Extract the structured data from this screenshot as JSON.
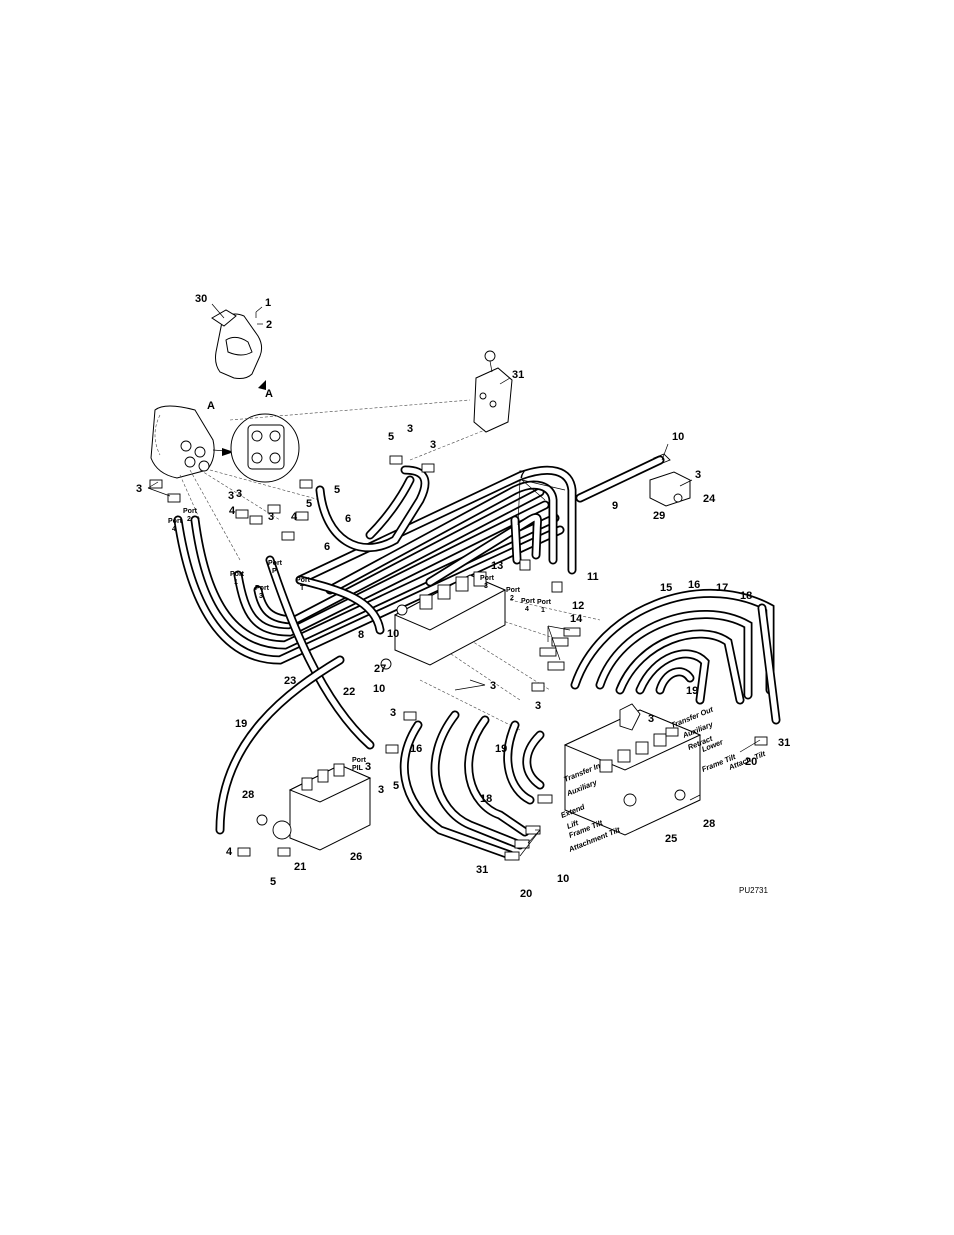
{
  "figure_id": "PU2731",
  "view_label": "A",
  "callouts": [
    {
      "id": "c30",
      "text": "30"
    },
    {
      "id": "c1",
      "text": "1"
    },
    {
      "id": "c2",
      "text": "2"
    },
    {
      "id": "cA",
      "text": "A"
    },
    {
      "id": "c31a",
      "text": "31"
    },
    {
      "id": "c5a",
      "text": "5"
    },
    {
      "id": "c3a",
      "text": "3"
    },
    {
      "id": "c3b",
      "text": "3"
    },
    {
      "id": "c10a",
      "text": "10"
    },
    {
      "id": "c3c",
      "text": "3"
    },
    {
      "id": "c24",
      "text": "24"
    },
    {
      "id": "c29",
      "text": "29"
    },
    {
      "id": "c9",
      "text": "9"
    },
    {
      "id": "c7",
      "text": "7"
    },
    {
      "id": "c3d",
      "text": "3"
    },
    {
      "id": "c5b",
      "text": "5"
    },
    {
      "id": "c3e",
      "text": "3"
    },
    {
      "id": "c4a",
      "text": "4"
    },
    {
      "id": "c5c",
      "text": "5"
    },
    {
      "id": "c3f",
      "text": "3"
    },
    {
      "id": "c4b",
      "text": "4"
    },
    {
      "id": "c6a",
      "text": "6"
    },
    {
      "id": "c6b",
      "text": "6"
    },
    {
      "id": "c3g",
      "text": "3"
    },
    {
      "id": "c13",
      "text": "13"
    },
    {
      "id": "c11",
      "text": "11"
    },
    {
      "id": "c12",
      "text": "12"
    },
    {
      "id": "c15",
      "text": "15"
    },
    {
      "id": "c16a",
      "text": "16"
    },
    {
      "id": "c17",
      "text": "17"
    },
    {
      "id": "c18a",
      "text": "18"
    },
    {
      "id": "c14",
      "text": "14"
    },
    {
      "id": "c8",
      "text": "8"
    },
    {
      "id": "c10b",
      "text": "10"
    },
    {
      "id": "c27",
      "text": "27"
    },
    {
      "id": "c22",
      "text": "22"
    },
    {
      "id": "c10c",
      "text": "10"
    },
    {
      "id": "c23",
      "text": "23"
    },
    {
      "id": "c3h",
      "text": "3"
    },
    {
      "id": "c3i",
      "text": "3"
    },
    {
      "id": "c3j",
      "text": "3"
    },
    {
      "id": "c19a",
      "text": "19"
    },
    {
      "id": "c3k",
      "text": "3"
    },
    {
      "id": "c31b",
      "text": "31"
    },
    {
      "id": "c20a",
      "text": "20"
    },
    {
      "id": "c19b",
      "text": "19"
    },
    {
      "id": "c16b",
      "text": "16"
    },
    {
      "id": "c19c",
      "text": "19"
    },
    {
      "id": "c18b",
      "text": "18"
    },
    {
      "id": "c28a",
      "text": "28"
    },
    {
      "id": "c3l",
      "text": "3"
    },
    {
      "id": "c5d",
      "text": "5"
    },
    {
      "id": "c3m",
      "text": "3"
    },
    {
      "id": "c4c",
      "text": "4"
    },
    {
      "id": "c21",
      "text": "21"
    },
    {
      "id": "c5e",
      "text": "5"
    },
    {
      "id": "c26",
      "text": "26"
    },
    {
      "id": "c25",
      "text": "25"
    },
    {
      "id": "c28b",
      "text": "28"
    },
    {
      "id": "c31c",
      "text": "31"
    },
    {
      "id": "c10d",
      "text": "10"
    },
    {
      "id": "c20b",
      "text": "20"
    }
  ],
  "port_labels": [
    {
      "id": "p4",
      "line1": "Port",
      "line2": "4"
    },
    {
      "id": "p2",
      "line1": "Port",
      "line2": "2"
    },
    {
      "id": "p1",
      "line1": "Port",
      "line2": "1"
    },
    {
      "id": "p3",
      "line1": "Port",
      "line2": "3"
    },
    {
      "id": "pP",
      "line1": "Port",
      "line2": "P"
    },
    {
      "id": "pT",
      "line1": "Port",
      "line2": "T"
    },
    {
      "id": "pv3",
      "line1": "Port",
      "line2": "3"
    },
    {
      "id": "pv2",
      "line1": "Port",
      "line2": "2"
    },
    {
      "id": "pv4",
      "line1": "Port",
      "line2": "4"
    },
    {
      "id": "pv1",
      "line1": "Port",
      "line2": "1"
    },
    {
      "id": "pPil",
      "line1": "Port",
      "line2": "PIL"
    }
  ],
  "function_labels_right": [
    "Transfer Out",
    "Auxiliary",
    "Retract",
    "Lower",
    "Frame Tilt",
    "Attach. Tilt"
  ],
  "function_labels_left": [
    "Transfer In",
    "Auxiliary",
    "Extend",
    "Lift",
    "Frame Tilt",
    "Attachment Tilt"
  ]
}
